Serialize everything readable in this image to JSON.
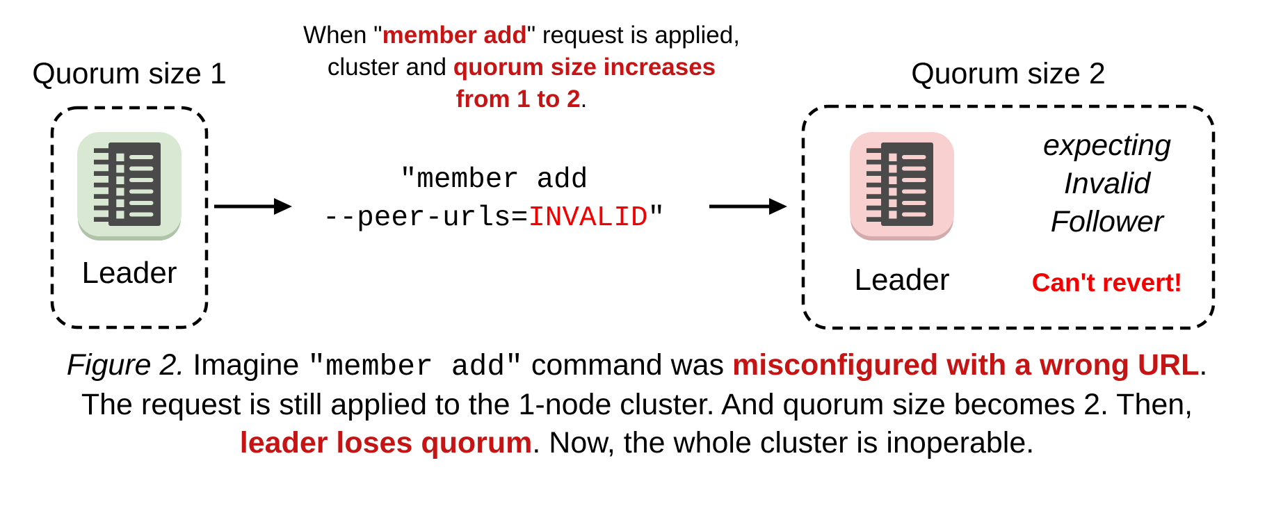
{
  "colors": {
    "background": "#ffffff",
    "text": "#000000",
    "red_bold": "#c61414",
    "red_bright": "#f50000",
    "node_dark": "#4a4a4a",
    "node_green_bg": "#d9e8d2",
    "node_green_shadow": "#aec3a7",
    "node_pink_bg": "#f8d0d0",
    "node_pink_shadow": "#d4abac"
  },
  "left_cluster": {
    "title": "Quorum size 1",
    "node_label": "Leader",
    "node_icon": "log-list-icon"
  },
  "right_cluster": {
    "title": "Quorum size 2",
    "node_label": "Leader",
    "node_icon": "log-list-icon",
    "status_lines": [
      "expecting",
      "Invalid",
      "Follower"
    ],
    "warning": "Can't revert!"
  },
  "annotation": {
    "lines": [
      [
        {
          "text": "When \""
        },
        {
          "text": "member add",
          "style": "red-bold"
        },
        {
          "text": "\" request is applied,"
        }
      ],
      [
        {
          "text": "cluster and "
        },
        {
          "text": "quorum size increases",
          "style": "red-bold"
        }
      ],
      [
        {
          "text": "from 1 to 2",
          "style": "red-bold"
        },
        {
          "text": "."
        }
      ]
    ]
  },
  "command": {
    "lines": [
      [
        {
          "text": "\"member add"
        }
      ],
      [
        {
          "text": "--peer-urls="
        },
        {
          "text": "INVALID",
          "style": "mono-red"
        },
        {
          "text": "\""
        }
      ]
    ]
  },
  "caption": {
    "lines": [
      [
        {
          "text": "Figure 2.",
          "style": "italic"
        },
        {
          "text": " Imagine "
        },
        {
          "text": "\"member add\"",
          "style": "mono"
        },
        {
          "text": " command was "
        },
        {
          "text": "misconfigured with a wrong URL",
          "style": "red-bold"
        },
        {
          "text": "."
        }
      ],
      [
        {
          "text": "The request is still applied to the 1-node cluster. And quorum size becomes 2. Then,"
        }
      ],
      [
        {
          "text": "leader loses quorum",
          "style": "red-bold"
        },
        {
          "text": ". Now, the whole cluster is inoperable."
        }
      ]
    ]
  }
}
